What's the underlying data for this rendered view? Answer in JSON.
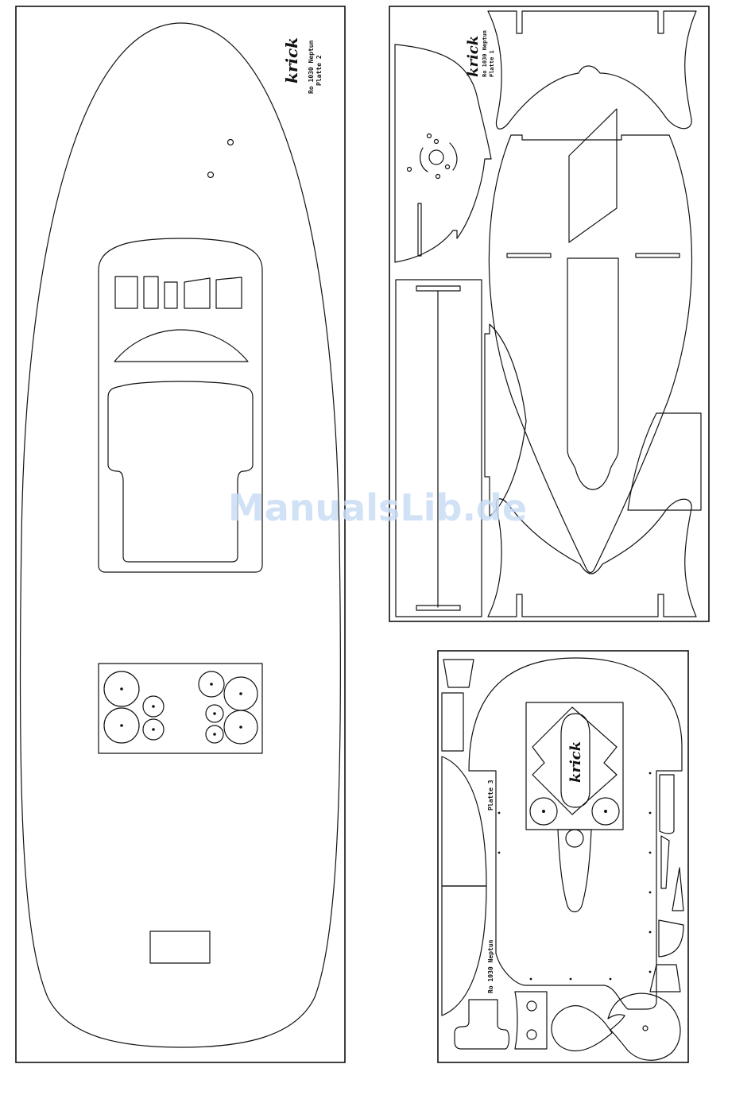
{
  "watermark": "ManualsLib.de",
  "plates": [
    {
      "id": "plate2",
      "brand": "krick",
      "model": "Ro 1030 Neptun",
      "plate": "Platte 2"
    },
    {
      "id": "plate1",
      "brand": "krick",
      "model": "Ro 1030 Neptun",
      "plate": "Platte 1"
    },
    {
      "id": "plate3",
      "brand": "krick",
      "model": "Ro 1030 Neptun",
      "plate": "Platte 3"
    }
  ]
}
